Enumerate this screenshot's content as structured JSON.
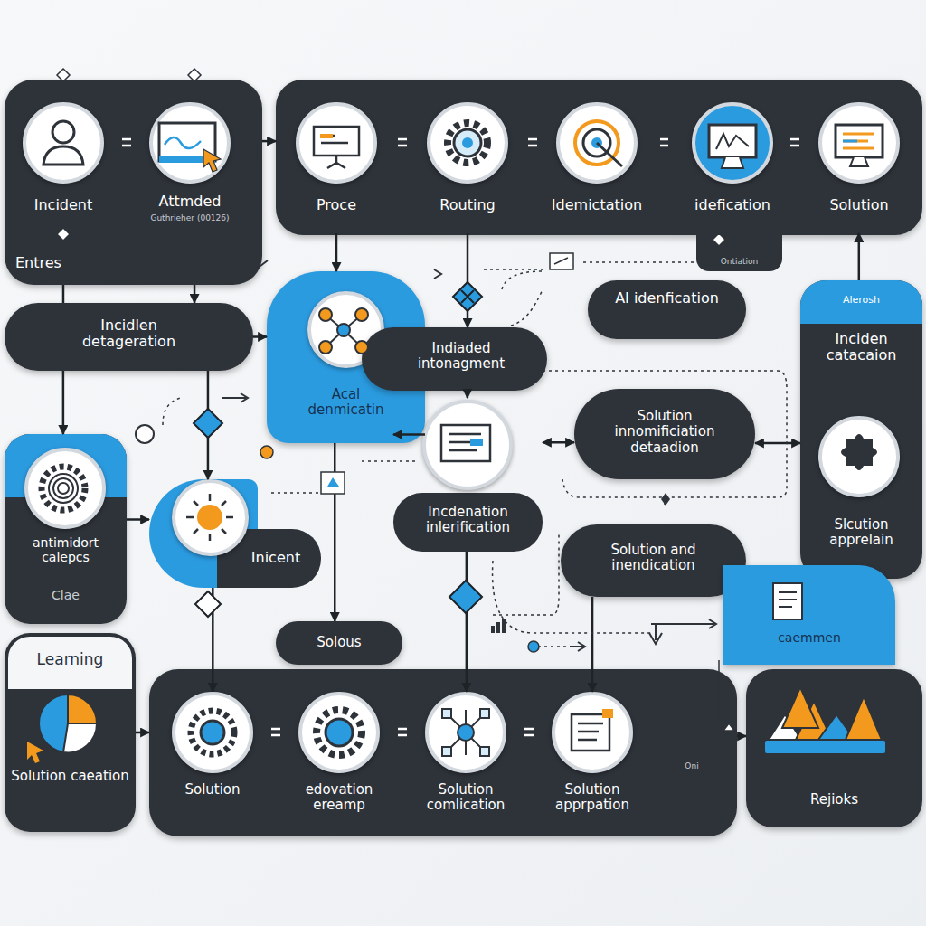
{
  "diagram": {
    "nodes": [
      {
        "text": [
          "Entres"
        ]
      },
      {
        "text": [
          "Incident"
        ],
        "in": 0
      },
      {
        "text": [
          "Attmded",
          "Guthrieher (00126)"
        ],
        "in": 0
      },
      {
        "text": [
          "Ontiation"
        ]
      },
      {
        "text": [
          "Proce"
        ],
        "in": 3
      },
      {
        "text": [
          "Routing"
        ],
        "in": 3
      },
      {
        "text": [
          "Idemictation"
        ],
        "in": 3
      },
      {
        "text": [
          "idefication"
        ],
        "in": 3
      },
      {
        "text": [
          "Solution"
        ],
        "in": 3
      },
      {
        "text": [
          "AI idenfication"
        ]
      },
      {
        "text": [
          "Incidlen detageration"
        ]
      },
      {
        "text": [
          "Acal denmicatin"
        ]
      },
      {
        "text": [
          "Indiaded intonagment"
        ]
      },
      {
        "text": [
          "Incdenation inlerification"
        ]
      },
      {
        "text": [
          "Solution innomificiation detaadion"
        ]
      },
      {
        "text": [
          "Alerosh",
          "Inciden catacaion",
          "Slcution apprelain"
        ]
      },
      {
        "text": [
          "antimidort calepcs",
          "Clae"
        ]
      },
      {
        "text": [
          "Inicent"
        ]
      },
      {
        "text": [
          "Solution and inendication"
        ]
      },
      {
        "text": [
          "Solous"
        ]
      },
      {
        "text": [
          "caemmen"
        ]
      },
      {
        "text": [
          "Learning",
          "Solution caeation"
        ]
      },
      {
        "text": [
          "Oni"
        ]
      },
      {
        "text": [
          "Solution"
        ],
        "in": 22
      },
      {
        "text": [
          "edovation ereamp"
        ],
        "in": 22
      },
      {
        "text": [
          "Solution comlication"
        ],
        "in": 22
      },
      {
        "text": [
          "Solution apprpation"
        ],
        "in": 22
      },
      {
        "text": [
          "Rejioks"
        ]
      }
    ],
    "edges": [
      {
        "from": 0,
        "to": 3,
        "arrow": "to"
      },
      {
        "from": 0,
        "to": 10,
        "arrow": "none"
      },
      {
        "from": 0,
        "to": 10,
        "arrow": "to"
      },
      {
        "from": 10,
        "to": 16,
        "arrow": "to"
      },
      {
        "from": 10,
        "to": 11,
        "arrow": "to"
      },
      {
        "from": 4,
        "to": 11,
        "arrow": "to"
      },
      {
        "from": 5,
        "to": 12,
        "arrow": "to"
      },
      {
        "from": 10,
        "to": 17,
        "arrow": "to"
      },
      {
        "from": 16,
        "to": 17,
        "arrow": "to"
      },
      {
        "from": 11,
        "to": 13,
        "arrow": "to"
      },
      {
        "from": 12,
        "to": 13,
        "arrow": "to"
      },
      {
        "from": 13,
        "to": 14,
        "arrow": "both"
      },
      {
        "from": 14,
        "to": 15,
        "arrow": "both"
      },
      {
        "from": 13,
        "to": 25,
        "arrow": "to"
      },
      {
        "from": 17,
        "to": 23,
        "arrow": "to"
      },
      {
        "from": 21,
        "to": 22,
        "arrow": "to"
      },
      {
        "from": 18,
        "to": 26,
        "arrow": "to"
      },
      {
        "from": 15,
        "to": 8,
        "arrow": "to"
      },
      {
        "from": 22,
        "to": 27,
        "arrow": "to"
      },
      {
        "from": 11,
        "to": 19,
        "arrow": "to"
      }
    ]
  }
}
